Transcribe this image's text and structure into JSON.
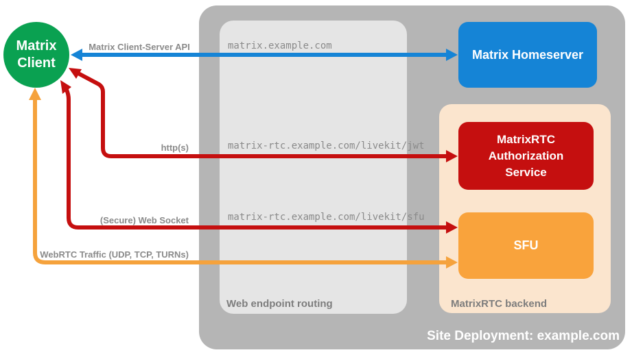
{
  "colors": {
    "client_green": "#0aa151",
    "homeserver_blue": "#1584d6",
    "service_red": "#c50f0f",
    "sfu_orange": "#f9a33c",
    "backend_peach": "#fbe5ce",
    "container_gray": "#b5b5b5",
    "routing_gray": "#e5e5e5",
    "label_gray": "#8a8a8a"
  },
  "nodes": {
    "client": {
      "label": "Matrix Client"
    },
    "homeserver": {
      "label": "Matrix Homeserver"
    },
    "auth_service": {
      "label": "MatrixRTC Authorization Service"
    },
    "sfu": {
      "label": "SFU"
    }
  },
  "containers": {
    "routing": {
      "label": "Web endpoint routing"
    },
    "backend": {
      "label": "MatrixRTC backend"
    },
    "deployment": {
      "label": "Site Deployment: example.com"
    }
  },
  "endpoints": {
    "homeserver": "matrix.example.com",
    "jwt": "matrix-rtc.example.com/livekit/jwt",
    "sfu": "matrix-rtc.example.com/livekit/sfu"
  },
  "connections": {
    "client_server_api": {
      "label": "Matrix Client-Server API",
      "color": "#1584d6"
    },
    "https": {
      "label": "http(s)",
      "color": "#c50f0f"
    },
    "websocket": {
      "label": "(Secure) Web Socket",
      "color": "#c50f0f"
    },
    "webrtc": {
      "label": "WebRTC Traffic (UDP, TCP, TURNs)",
      "color": "#f5a23c"
    }
  }
}
